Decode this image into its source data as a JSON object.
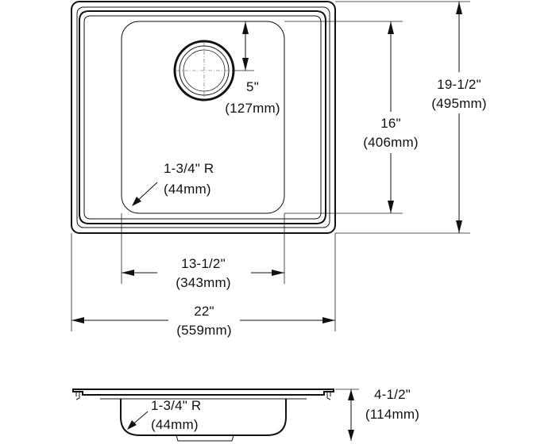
{
  "top_view": {
    "drain_offset": {
      "imperial": "5\"",
      "metric": "(127mm)"
    },
    "bowl_length": {
      "imperial": "16\"",
      "metric": "(406mm)"
    },
    "overall_length": {
      "imperial": "19-1/2\"",
      "metric": "(495mm)"
    },
    "corner_radius": {
      "imperial": "1-3/4\" R",
      "metric": "(44mm)"
    },
    "bowl_width": {
      "imperial": "13-1/2\"",
      "metric": "(343mm)"
    },
    "overall_width": {
      "imperial": "22\"",
      "metric": "(559mm)"
    }
  },
  "side_view": {
    "corner_radius": {
      "imperial": "1-3/4\" R",
      "metric": "(44mm)"
    },
    "depth": {
      "imperial": "4-1/2\"",
      "metric": "(114mm)"
    }
  }
}
